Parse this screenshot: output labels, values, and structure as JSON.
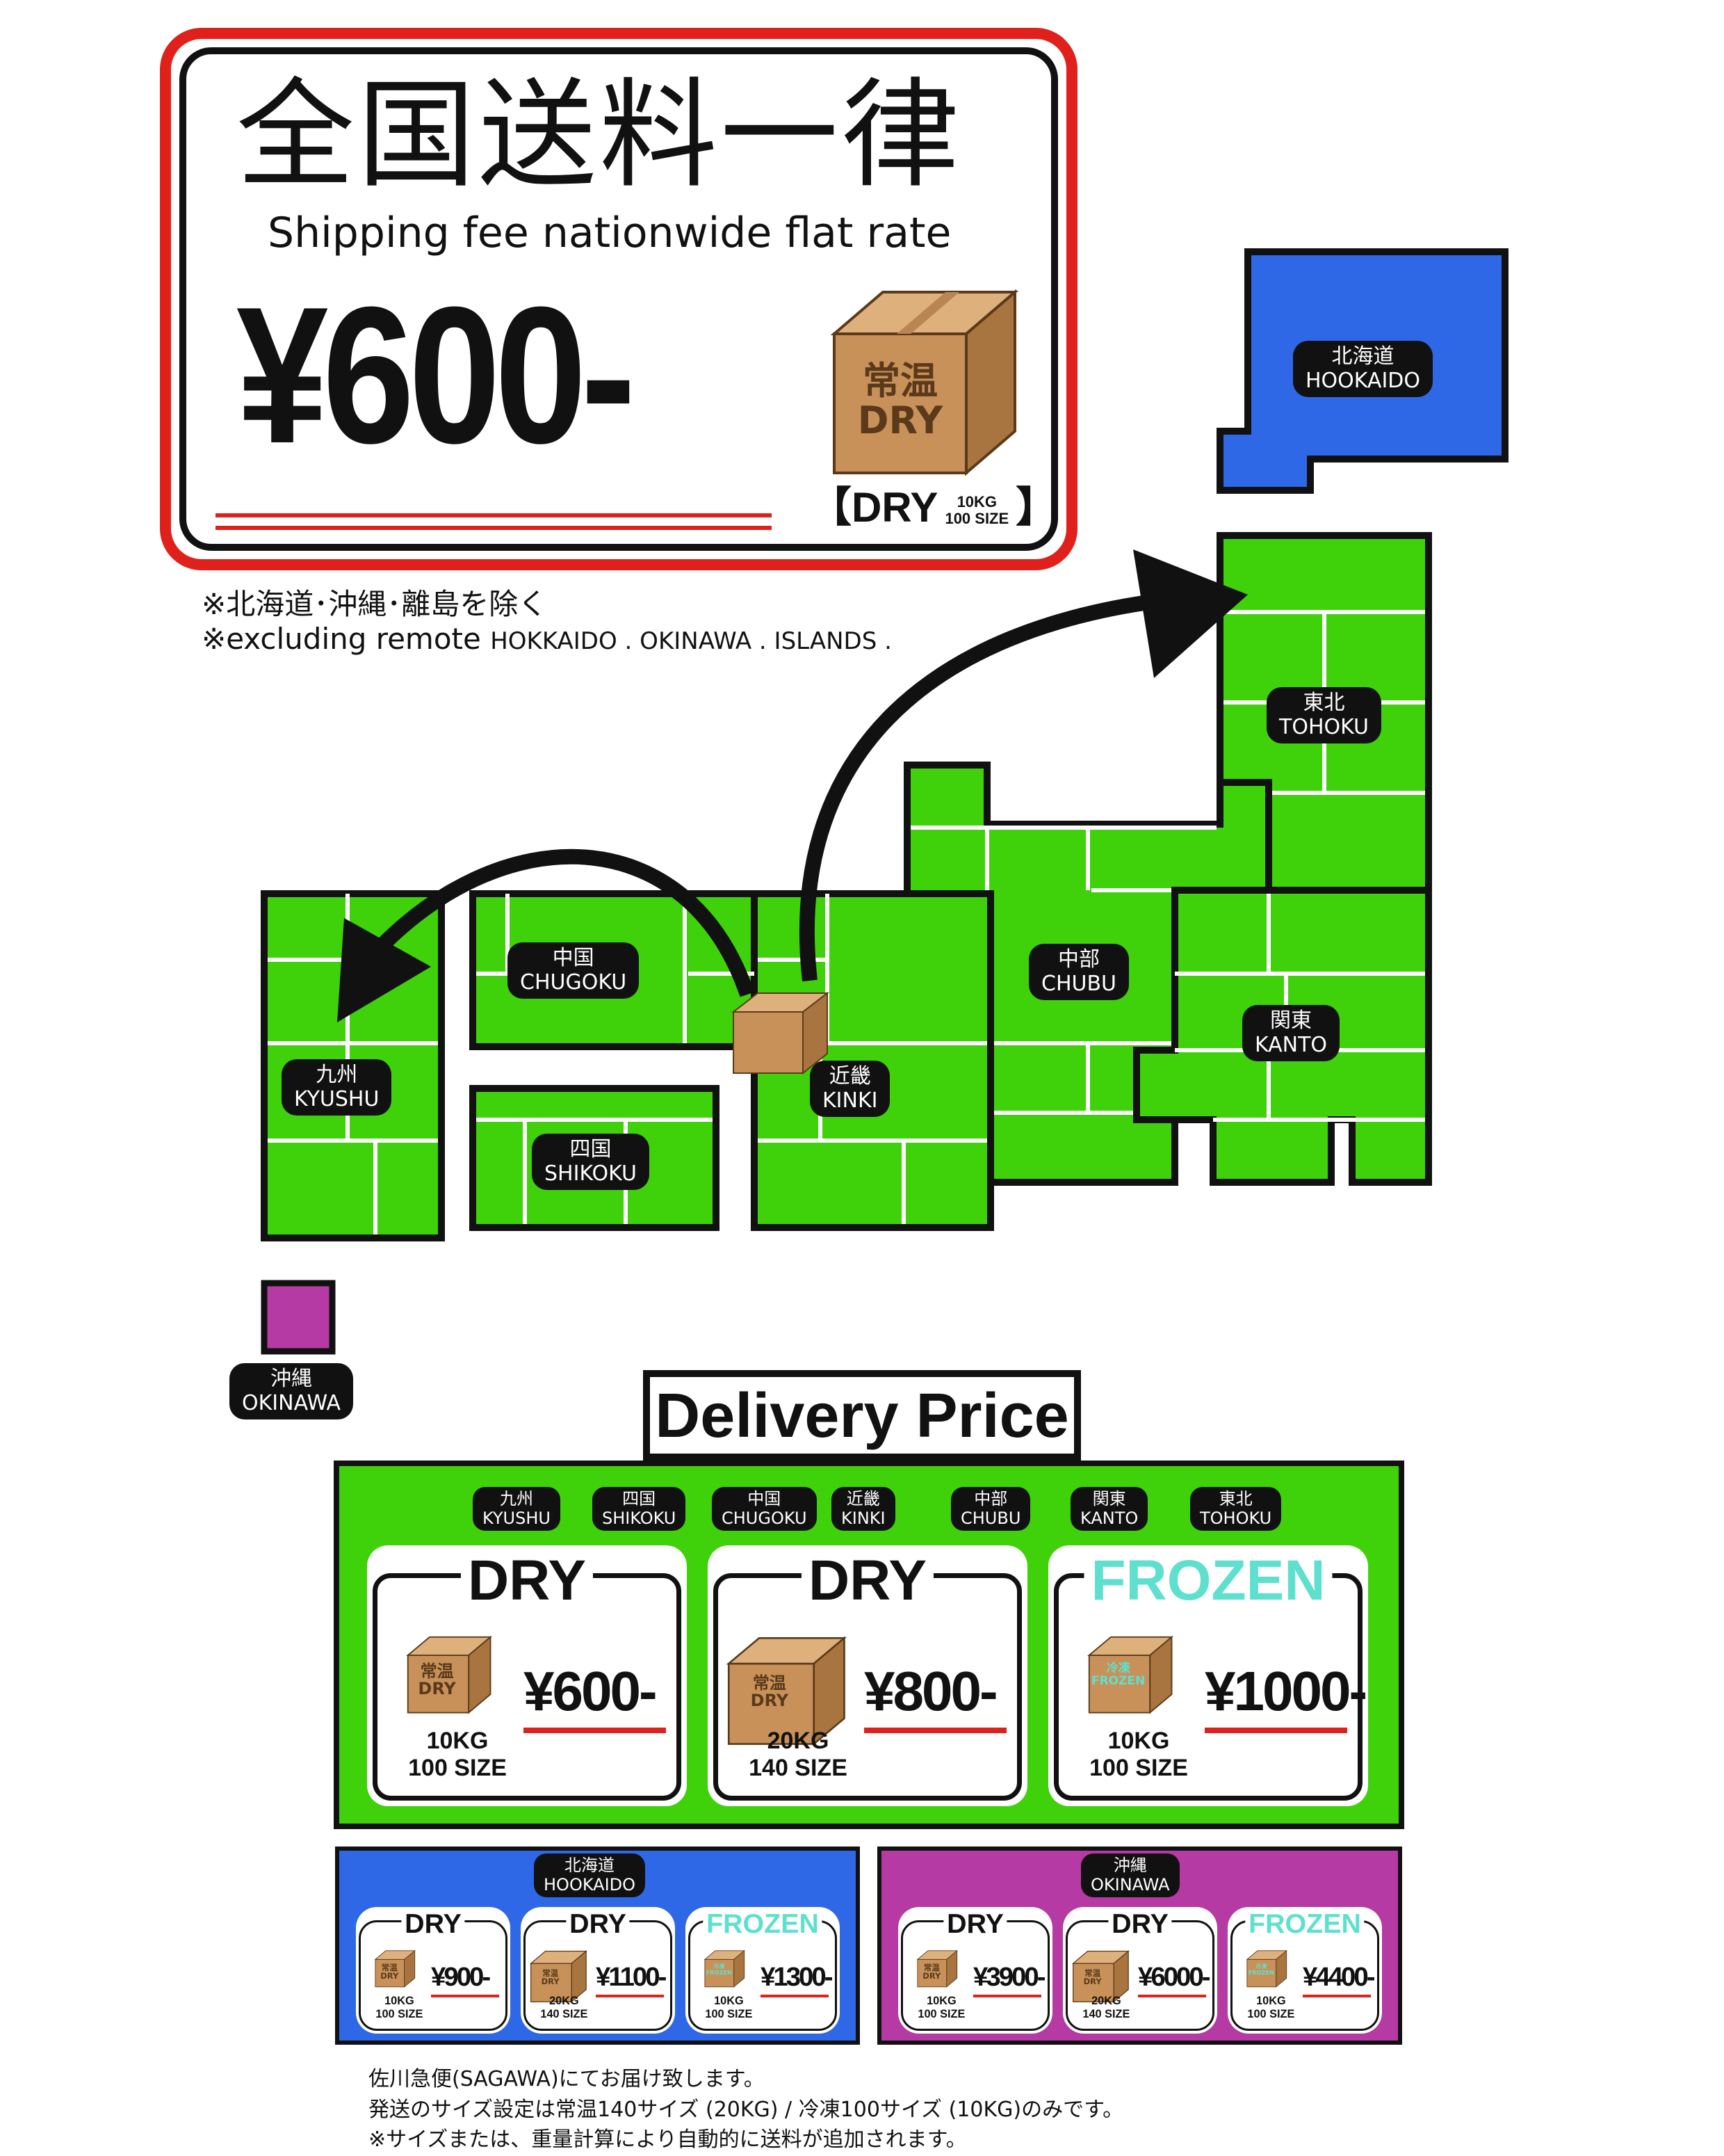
{
  "header": {
    "title_jp": "全国送料一律",
    "title_en": "Shipping fee nationwide flat rate",
    "price": "¥600-",
    "box_label_jp": "常温",
    "box_label_en": "DRY",
    "spec_type": "DRY",
    "spec_weight": "10KG",
    "spec_size": "100 SIZE",
    "spec_open": "【",
    "spec_close": "】",
    "note_jp": "※北海道･沖縄･離島を除く",
    "note_en_a": "※excluding remote ",
    "note_en_b": "HOKKAIDO . OKINAWA . ISLANDS ."
  },
  "regions": {
    "hokkaido": {
      "jp": "北海道",
      "en": "HOOKAIDO",
      "color": "#2f68e6"
    },
    "tohoku": {
      "jp": "東北",
      "en": "TOHOKU",
      "color": "#3fd10a"
    },
    "chubu": {
      "jp": "中部",
      "en": "CHUBU",
      "color": "#3fd10a"
    },
    "kanto": {
      "jp": "関東",
      "en": "KANTO",
      "color": "#3fd10a"
    },
    "kinki": {
      "jp": "近畿",
      "en": "KINKI",
      "color": "#3fd10a"
    },
    "chugoku": {
      "jp": "中国",
      "en": "CHUGOKU",
      "color": "#3fd10a"
    },
    "shikoku": {
      "jp": "四国",
      "en": "SHIKOKU",
      "color": "#3fd10a"
    },
    "kyushu": {
      "jp": "九州",
      "en": "KYUSHU",
      "color": "#3fd10a"
    },
    "okinawa": {
      "jp": "沖縄",
      "en": "OKINAWA",
      "color": "#b53aa3"
    }
  },
  "price_table": {
    "title": "Delivery Price",
    "main_regions": [
      {
        "jp": "九州",
        "en": "KYUSHU"
      },
      {
        "jp": "四国",
        "en": "SHIKOKU"
      },
      {
        "jp": "中国",
        "en": "CHUGOKU"
      },
      {
        "jp": "近畿",
        "en": "KINKI"
      },
      {
        "jp": "中部",
        "en": "CHUBU"
      },
      {
        "jp": "関東",
        "en": "KANTO"
      },
      {
        "jp": "東北",
        "en": "TOHOKU"
      }
    ],
    "main_cards": [
      {
        "type": "DRY",
        "box_jp": "常温",
        "box_en": "DRY",
        "weight": "10KG",
        "size": "100 SIZE",
        "price": "¥600-"
      },
      {
        "type": "DRY",
        "box_jp": "常温",
        "box_en": "DRY",
        "weight": "20KG",
        "size": "140 SIZE",
        "price": "¥800-"
      },
      {
        "type": "FROZEN",
        "box_jp": "冷凍",
        "box_en": "FROZEN",
        "weight": "10KG",
        "size": "100 SIZE",
        "price": "¥1000-"
      }
    ],
    "hokkaido": {
      "jp": "北海道",
      "en": "HOOKAIDO",
      "cards": [
        {
          "type": "DRY",
          "box_jp": "常温",
          "box_en": "DRY",
          "weight": "10KG",
          "size": "100 SIZE",
          "price": "¥900-"
        },
        {
          "type": "DRY",
          "box_jp": "常温",
          "box_en": "DRY",
          "weight": "20KG",
          "size": "140 SIZE",
          "price": "¥1100-"
        },
        {
          "type": "FROZEN",
          "box_jp": "冷凍",
          "box_en": "FROZEN",
          "weight": "10KG",
          "size": "100 SIZE",
          "price": "¥1300-"
        }
      ]
    },
    "okinawa": {
      "jp": "沖縄",
      "en": "OKINAWA",
      "cards": [
        {
          "type": "DRY",
          "box_jp": "常温",
          "box_en": "DRY",
          "weight": "10KG",
          "size": "100 SIZE",
          "price": "¥3900-"
        },
        {
          "type": "DRY",
          "box_jp": "常温",
          "box_en": "DRY",
          "weight": "20KG",
          "size": "140 SIZE",
          "price": "¥6000-"
        },
        {
          "type": "FROZEN",
          "box_jp": "冷凍",
          "box_en": "FROZEN",
          "weight": "10KG",
          "size": "100 SIZE",
          "price": "¥4400-"
        }
      ]
    }
  },
  "footer": {
    "line1": "佐川急便(SAGAWA)にてお届け致します。",
    "line2": "発送のサイズ設定は常温140サイズ (20KG) / 冷凍100サイズ (10KG)のみです。",
    "line3": "※サイズまたは、重量計算により自動的に送料が追加されます。"
  },
  "colors": {
    "green": "#3fd10a",
    "blue": "#2f68e6",
    "purple": "#b53aa3",
    "red": "#e0201b",
    "frozen": "#5fe0cf",
    "box": "#c8915a"
  }
}
